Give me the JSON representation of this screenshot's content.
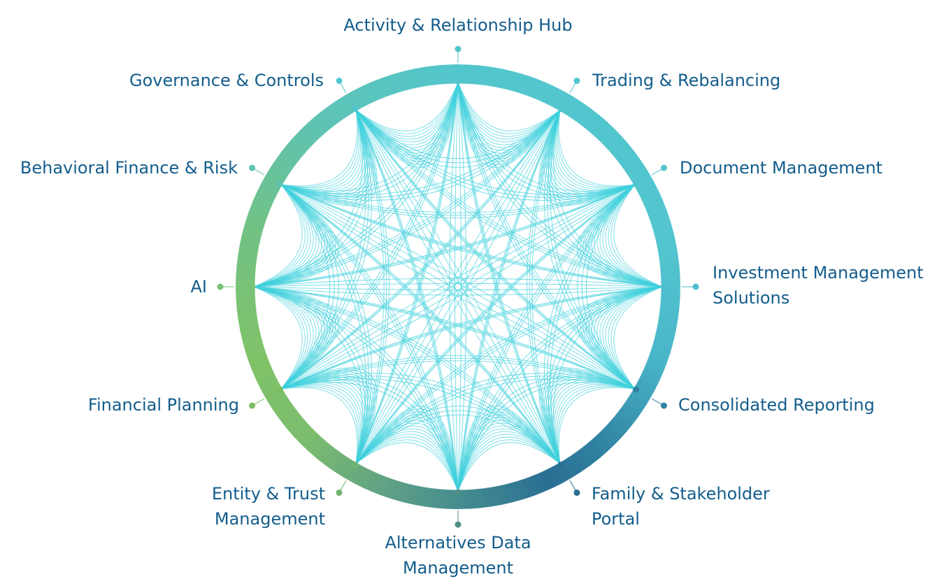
{
  "nodes": [
    {
      "label": "Activity & Relationship Hub",
      "color": "#53c6cd"
    },
    {
      "label": "Trading & Rebalancing",
      "color": "#53c6cd"
    },
    {
      "label": "Document Management",
      "color": "#52c5cf"
    },
    {
      "label": "Investment Management Solutions",
      "color": "#4fbfd0"
    },
    {
      "label": "Consolidated Reporting",
      "color": "#2f80a0"
    },
    {
      "label": "Family & Stakeholder Portal",
      "color": "#2a6f94"
    },
    {
      "label": "Alternatives Data Management",
      "color": "#4f8f88"
    },
    {
      "label": "Entity & Trust Management",
      "color": "#6fb46e"
    },
    {
      "label": "Financial Planning",
      "color": "#7cbd60"
    },
    {
      "label": "AI",
      "color": "#78c373"
    },
    {
      "label": "Behavioral Finance & Risk",
      "color": "#5ec3b4"
    },
    {
      "label": "Governance & Controls",
      "color": "#53c6cd"
    }
  ],
  "curve_color": "#3fd0dc"
}
